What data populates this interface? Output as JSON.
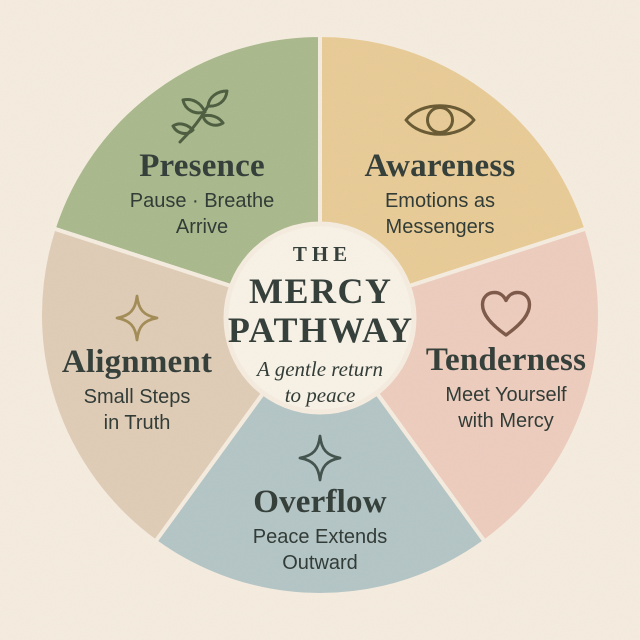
{
  "colors": {
    "background": "#f5ecdf",
    "center_circle": "#f8f2e6",
    "divider": "#f5ecdf",
    "heading_text": "#333d38",
    "body_text": "#2f3934"
  },
  "center": {
    "kicker": "THE",
    "title_line1": "MERCY",
    "title_line2": "PATHWAY",
    "tagline_line1": "A gentle return",
    "tagline_line2": "to peace"
  },
  "segments": [
    {
      "label": "Presence",
      "icon": "branch-icon",
      "color": "#a9b98c",
      "icon_color": "#4c5c3e",
      "lines": [
        "Pause · Breathe",
        "Arrive"
      ]
    },
    {
      "label": "Awareness",
      "icon": "eye-icon",
      "color": "#e8cb96",
      "icon_color": "#685932",
      "lines": [
        "Emotions as",
        "Messengers"
      ]
    },
    {
      "label": "Tenderness",
      "icon": "heart-icon",
      "color": "#edccbd",
      "icon_color": "#7d5848",
      "lines": [
        "Meet Yourself",
        "with Mercy"
      ]
    },
    {
      "label": "Overflow",
      "icon": "sparkle-icon",
      "color": "#b4c5c5",
      "icon_color": "#41514b",
      "lines": [
        "Peace Extends",
        "Outward"
      ]
    },
    {
      "label": "Alignment",
      "icon": "sparkle-icon",
      "color": "#dfccb6",
      "icon_color": "#a28b55",
      "lines": [
        "Small Steps",
        "in Truth"
      ]
    }
  ]
}
